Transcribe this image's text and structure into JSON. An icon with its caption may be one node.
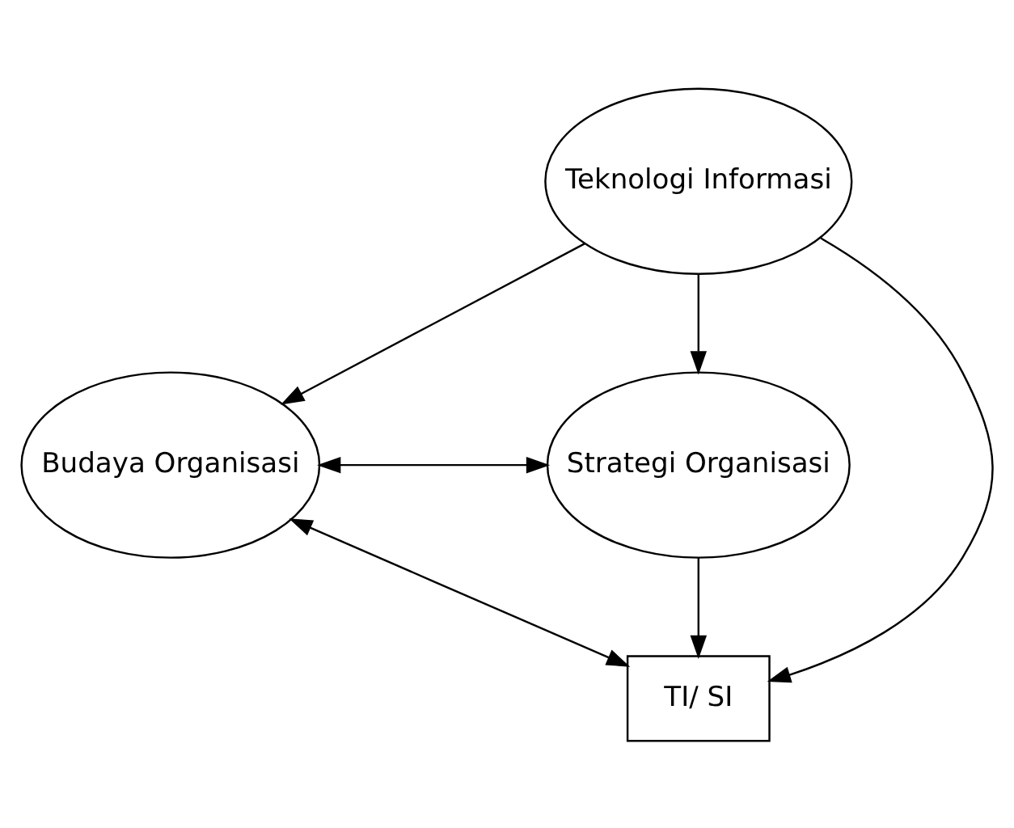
{
  "diagram": {
    "nodes": [
      {
        "text": [
          "Budaya Organisasi"
        ]
      },
      {
        "text": [
          "Strategi Organisasi"
        ]
      },
      {
        "text": [
          "TI/ SI"
        ]
      },
      {
        "text": [
          "Teknologi Informasi"
        ]
      }
    ],
    "edges": [
      {
        "from": 0,
        "to": 1,
        "arrow": "both"
      },
      {
        "from": 0,
        "to": 2,
        "arrow": "both"
      },
      {
        "from": 1,
        "to": 2,
        "arrow": "to"
      },
      {
        "from": 3,
        "to": 0,
        "arrow": "to"
      },
      {
        "from": 3,
        "to": 2,
        "arrow": "to"
      },
      {
        "from": 3,
        "to": 1,
        "arrow": "to"
      }
    ]
  }
}
